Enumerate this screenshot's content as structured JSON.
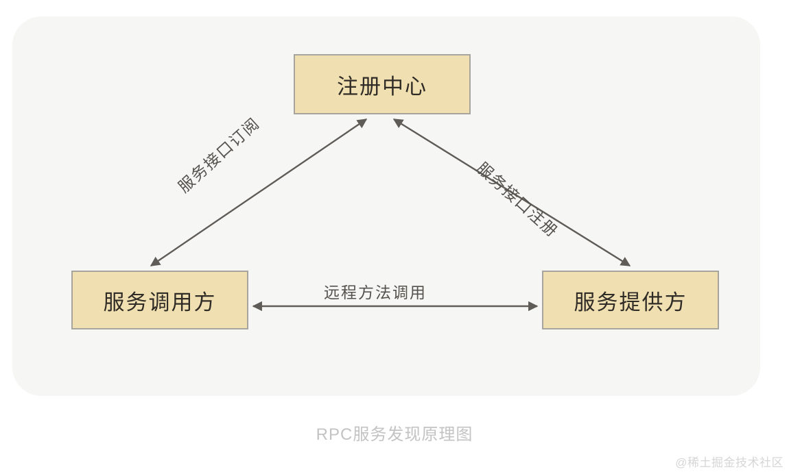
{
  "panel": {
    "background_color": "#f6f6f4"
  },
  "nodes": [
    {
      "id": "registry",
      "label": "注册中心",
      "fill_color": "#f0dfb0",
      "border_color": "#a6a49c"
    },
    {
      "id": "consumer",
      "label": "服务调用方",
      "fill_color": "#f0dfb0",
      "border_color": "#a6a49c"
    },
    {
      "id": "provider",
      "label": "服务提供方",
      "fill_color": "#f0dfb0",
      "border_color": "#a6a49c"
    }
  ],
  "edges": [
    {
      "id": "subscribe",
      "label": "服务接口订阅",
      "from": "consumer",
      "to": "registry",
      "arrows": "both",
      "line_color": "#5f5c57"
    },
    {
      "id": "register",
      "label": "服务接口注册",
      "from": "provider",
      "to": "registry",
      "arrows": "both",
      "line_color": "#5f5c57"
    },
    {
      "id": "rmi",
      "label": "远程方法调用",
      "from": "consumer",
      "to": "provider",
      "arrows": "both",
      "line_color": "#5f5c57"
    }
  ],
  "caption": "RPC服务发现原理图",
  "watermark": "@稀土掘金技术社区"
}
